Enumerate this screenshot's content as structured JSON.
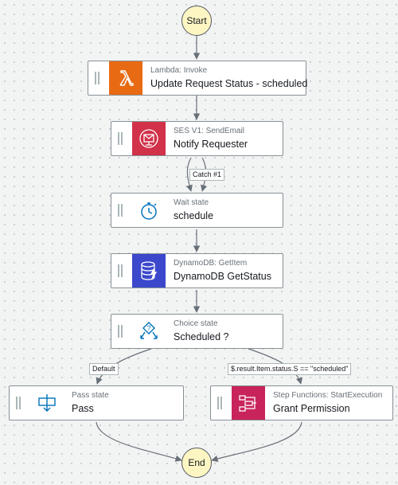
{
  "start_label": "Start",
  "end_label": "End",
  "states": {
    "lambda": {
      "type": "Lambda: Invoke",
      "name": "Update Request Status - scheduled",
      "icon": "lambda-icon"
    },
    "ses": {
      "type": "SES V1: SendEmail",
      "name": "Notify Requester",
      "icon": "email-icon"
    },
    "wait": {
      "type": "Wait state",
      "name": "schedule",
      "icon": "stopwatch-icon"
    },
    "dynamo": {
      "type": "DynamoDB: GetItem",
      "name": "DynamoDB GetStatus",
      "icon": "dynamodb-icon"
    },
    "choice": {
      "type": "Choice state",
      "name": "Scheduled ?",
      "icon": "choice-icon"
    },
    "pass": {
      "type": "Pass state",
      "name": "Pass",
      "icon": "pass-icon"
    },
    "sfn": {
      "type": "Step Functions: StartExecution",
      "name": "Grant Permission",
      "icon": "step-functions-icon"
    }
  },
  "edge_labels": {
    "catch": "Catch #1",
    "default": "Default",
    "condition": "$.result.Item.status.S == \"scheduled\""
  },
  "colors": {
    "lambda": "#e86b14",
    "ses": "#d13149",
    "dynamodb": "#3b48cc",
    "step_functions": "#c9235b",
    "outline_icon": "#0073bb",
    "terminal_fill": "#fdf6c3"
  }
}
